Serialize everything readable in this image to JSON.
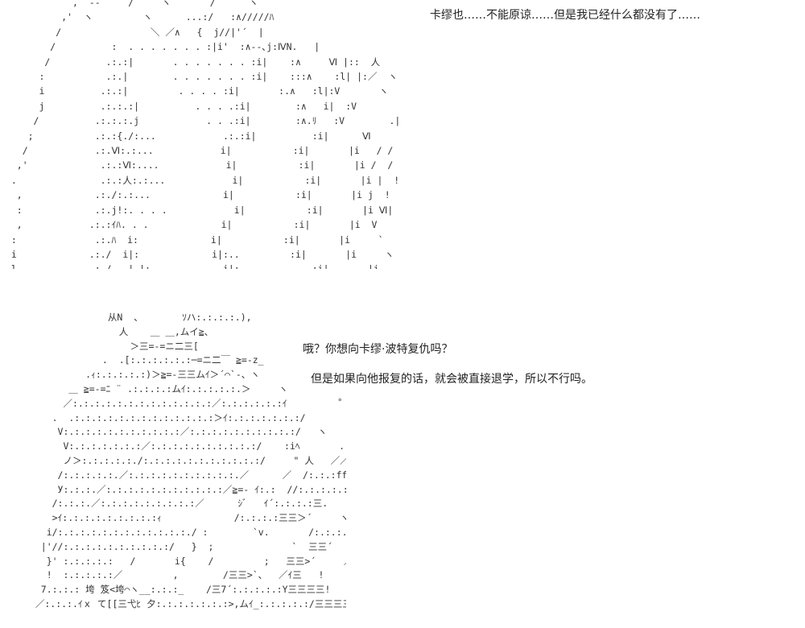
{
  "art": {
    "top": "",
    "bottom": ""
  },
  "dialogue": {
    "line_1": "卡缪也……不能原谅……但是我已经什么都没有了……",
    "line_2": "哦？你想向卡缪·波特复仇吗？",
    "line_3": "但是如果向他报复的话，就会被直接退学，所以不行吗。"
  }
}
